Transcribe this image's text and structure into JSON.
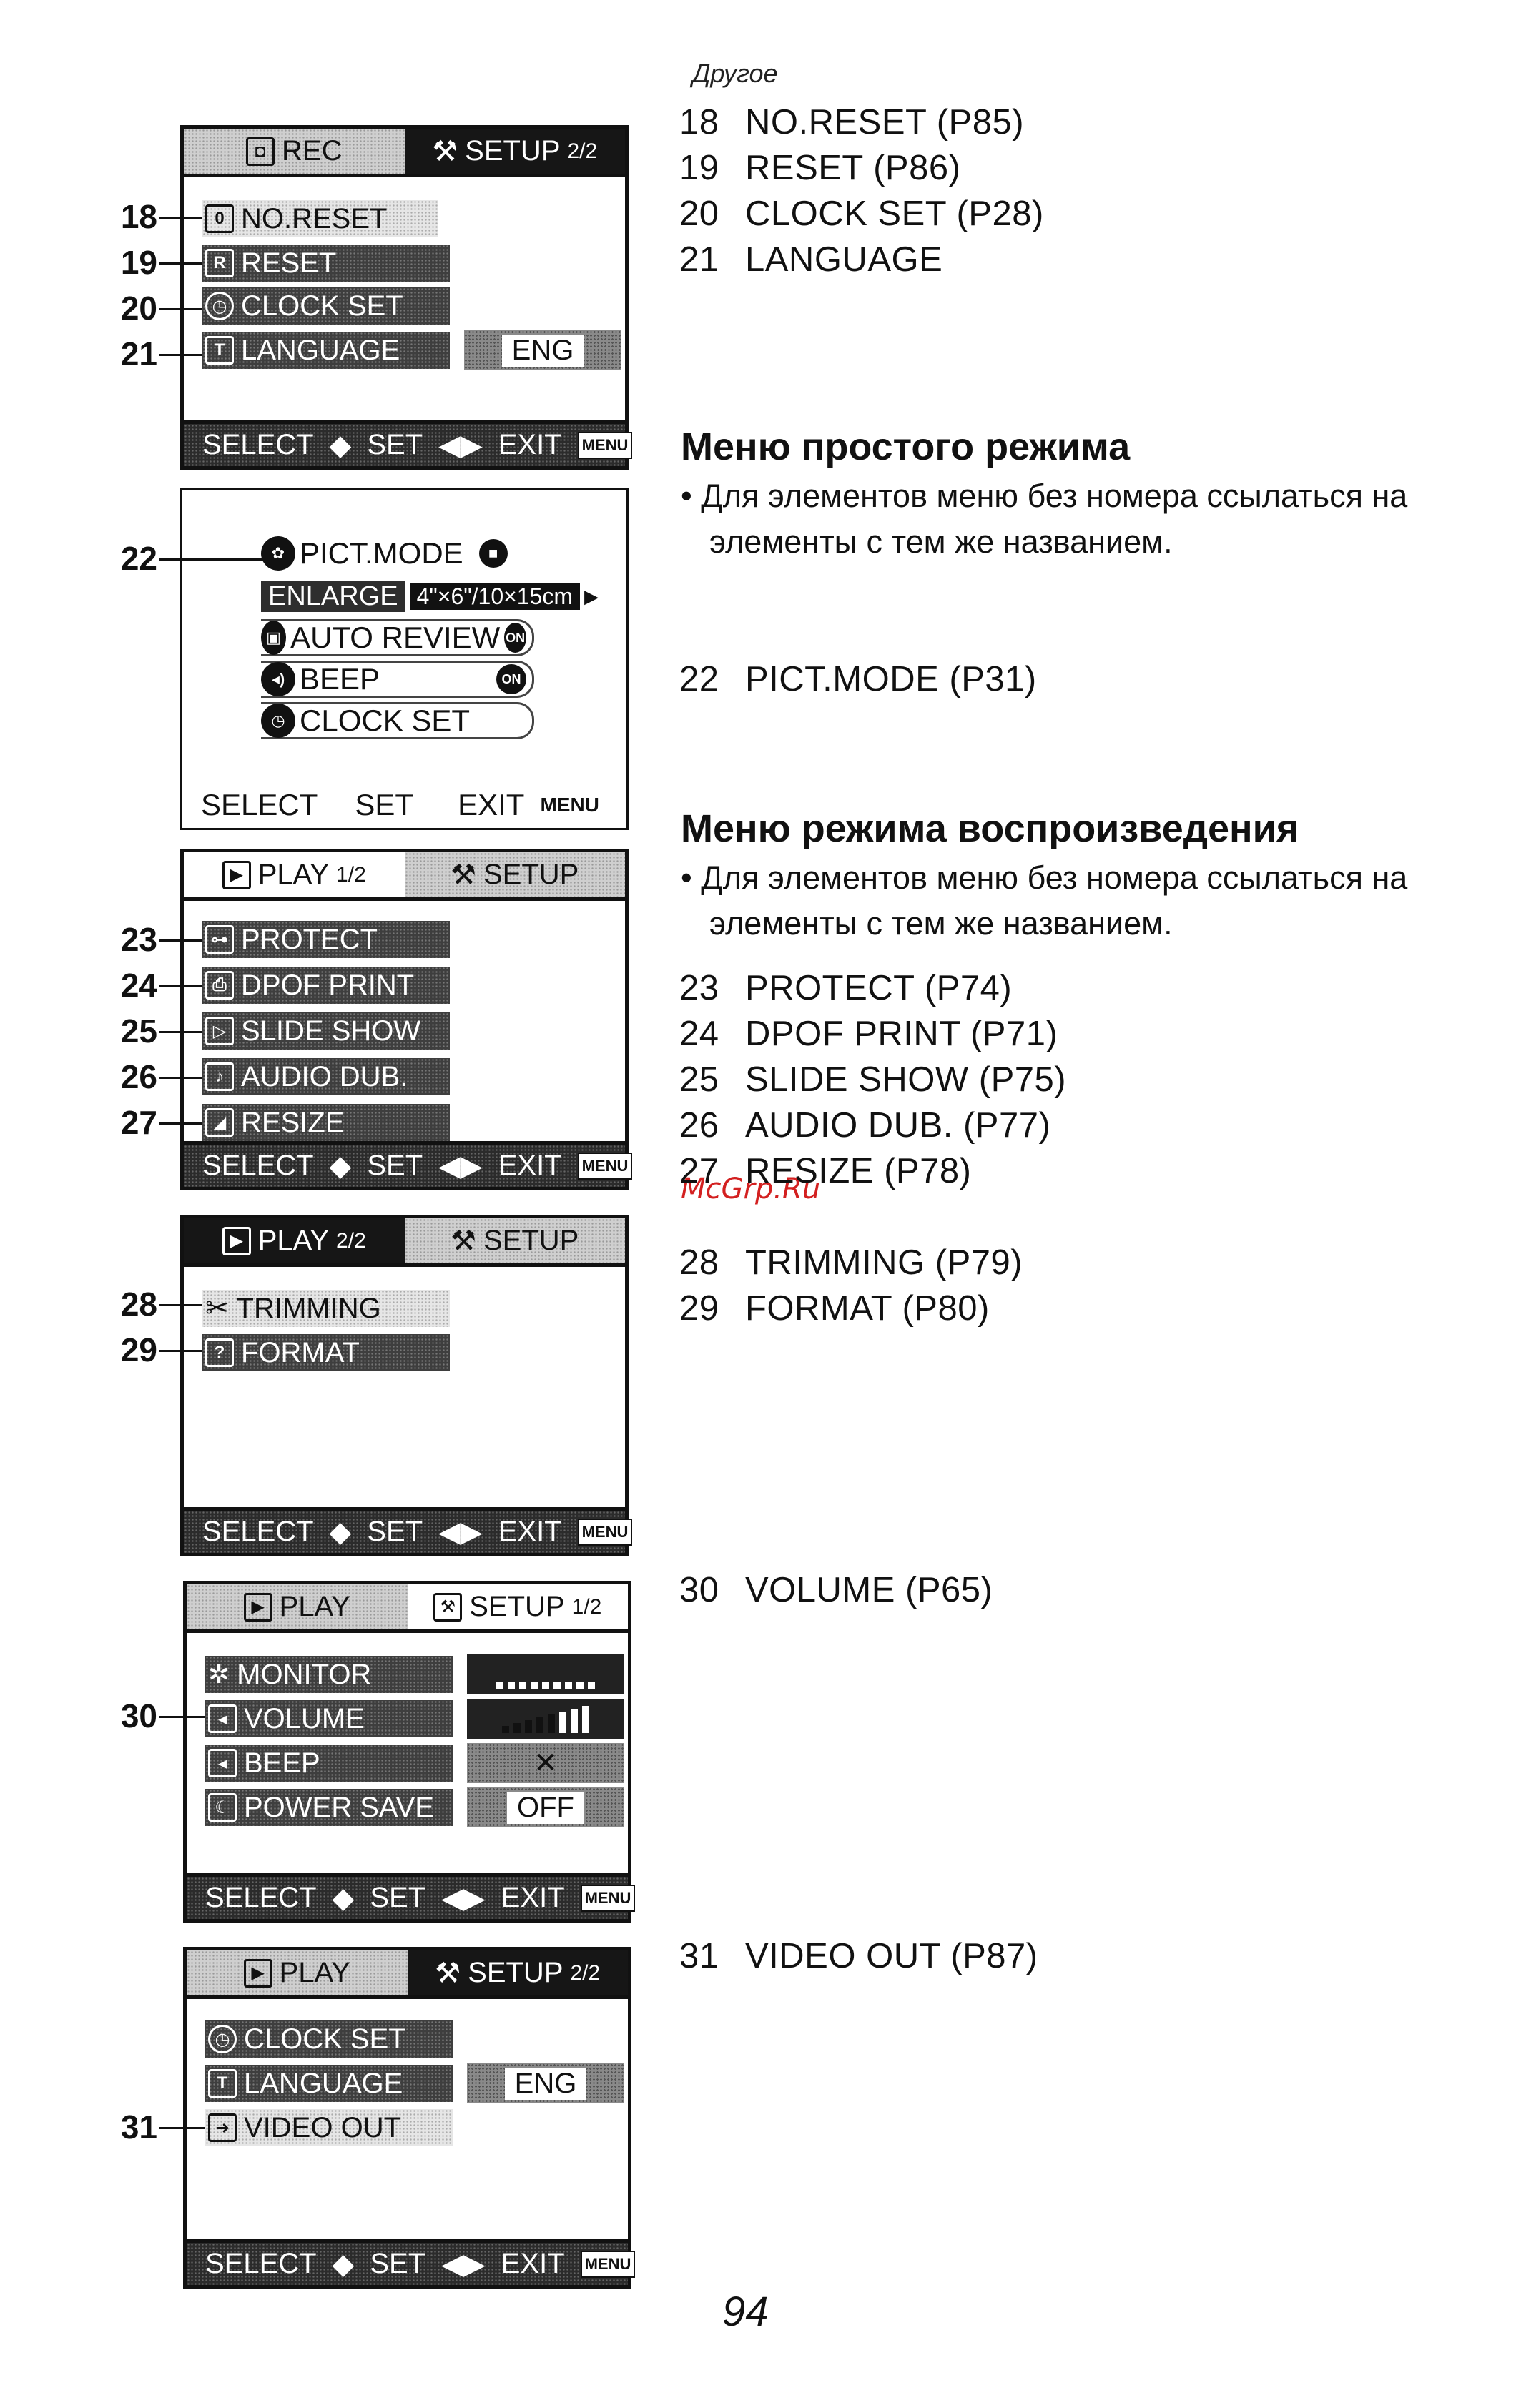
{
  "header_note": "Другое",
  "page_number": "94",
  "watermark": "McGrp.Ru",
  "refs_group1": [
    {
      "num": "18",
      "text": "NO.RESET (P85)"
    },
    {
      "num": "19",
      "text": "RESET (P86)"
    },
    {
      "num": "20",
      "text": "CLOCK SET (P28)"
    },
    {
      "num": "21",
      "text": "LANGUAGE"
    }
  ],
  "section_simple": {
    "title": "Меню простого режима",
    "bullet": "• Для элементов меню без номера ссылаться на элементы с тем же названием.",
    "ref": {
      "num": "22",
      "text": "PICT.MODE (P31)"
    }
  },
  "section_playback": {
    "title": "Меню режима воспроизведения",
    "bullet": "• Для элементов меню без номера ссылаться на элементы с тем же названием.",
    "refs": [
      {
        "num": "23",
        "text": "PROTECT (P74)"
      },
      {
        "num": "24",
        "text": "DPOF PRINT (P71)"
      },
      {
        "num": "25",
        "text": "SLIDE SHOW (P75)"
      },
      {
        "num": "26",
        "text": "AUDIO DUB. (P77)"
      },
      {
        "num": "27",
        "text": "RESIZE (P78)"
      }
    ]
  },
  "refs_group_play2": [
    {
      "num": "28",
      "text": "TRIMMING (P79)"
    },
    {
      "num": "29",
      "text": "FORMAT (P80)"
    }
  ],
  "ref_volume": {
    "num": "30",
    "text": "VOLUME (P65)"
  },
  "ref_video": {
    "num": "31",
    "text": "VIDEO OUT (P87)"
  },
  "bottom_bar": {
    "select": "SELECT",
    "set": "SET",
    "exit": "EXIT",
    "menu": "MENU"
  },
  "screen1": {
    "tab_left": "REC",
    "tab_right": "SETUP",
    "tab_right_frac": "2/2",
    "items": [
      "NO.RESET",
      "RESET",
      "CLOCK SET",
      "LANGUAGE"
    ],
    "language_value": "ENG",
    "callouts": [
      "18",
      "19",
      "20",
      "21"
    ]
  },
  "screen2": {
    "callout": "22",
    "pict_mode": "PICT.MODE",
    "enlarge_label": "ENLARGE",
    "enlarge_size": "4\"×6\"/10×15cm",
    "auto_review": "AUTO REVIEW",
    "beep": "BEEP",
    "clock_set": "CLOCK SET",
    "on_label": "ON",
    "bottom_select": "SELECT",
    "bottom_set": "SET",
    "bottom_exit": "EXIT",
    "bottom_menu": "MENU"
  },
  "screen3": {
    "tab_left": "PLAY",
    "tab_left_frac": "1/2",
    "tab_right": "SETUP",
    "items": [
      "PROTECT",
      "DPOF PRINT",
      "SLIDE SHOW",
      "AUDIO DUB.",
      "RESIZE"
    ],
    "callouts": [
      "23",
      "24",
      "25",
      "26",
      "27"
    ]
  },
  "screen4": {
    "tab_left": "PLAY",
    "tab_left_frac": "2/2",
    "tab_right": "SETUP",
    "items": [
      "TRIMMING",
      "FORMAT"
    ],
    "callouts": [
      "28",
      "29"
    ]
  },
  "screen5": {
    "tab_left": "PLAY",
    "tab_right": "SETUP",
    "tab_right_frac": "1/2",
    "items": [
      "MONITOR",
      "VOLUME",
      "BEEP",
      "POWER SAVE"
    ],
    "power_save_value": "OFF",
    "callout": "30"
  },
  "screen6": {
    "tab_left": "PLAY",
    "tab_right": "SETUP",
    "tab_right_frac": "2/2",
    "items": [
      "CLOCK SET",
      "LANGUAGE",
      "VIDEO OUT"
    ],
    "language_value": "ENG",
    "callout": "31"
  }
}
